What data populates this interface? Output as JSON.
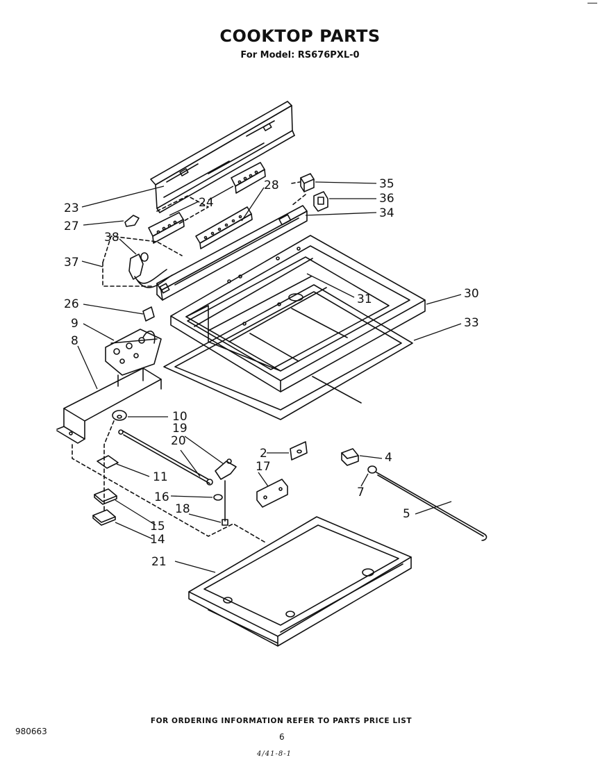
{
  "header": {
    "title": "COOKTOP PARTS",
    "subtitle": "For Model: RS676PXL-0"
  },
  "callouts": [
    "2",
    "4",
    "5",
    "7",
    "8",
    "9",
    "10",
    "11",
    "14",
    "15",
    "16",
    "17",
    "18",
    "19",
    "20",
    "21",
    "23",
    "24",
    "26",
    "27",
    "28",
    "30",
    "31",
    "33",
    "34",
    "35",
    "36",
    "37",
    "38"
  ],
  "footer": {
    "ordering_note": "FOR ORDERING INFORMATION REFER TO PARTS PRICE LIST",
    "doc_number": "980663",
    "page_number": "6",
    "handwritten_mark": "4/41-8-1"
  }
}
